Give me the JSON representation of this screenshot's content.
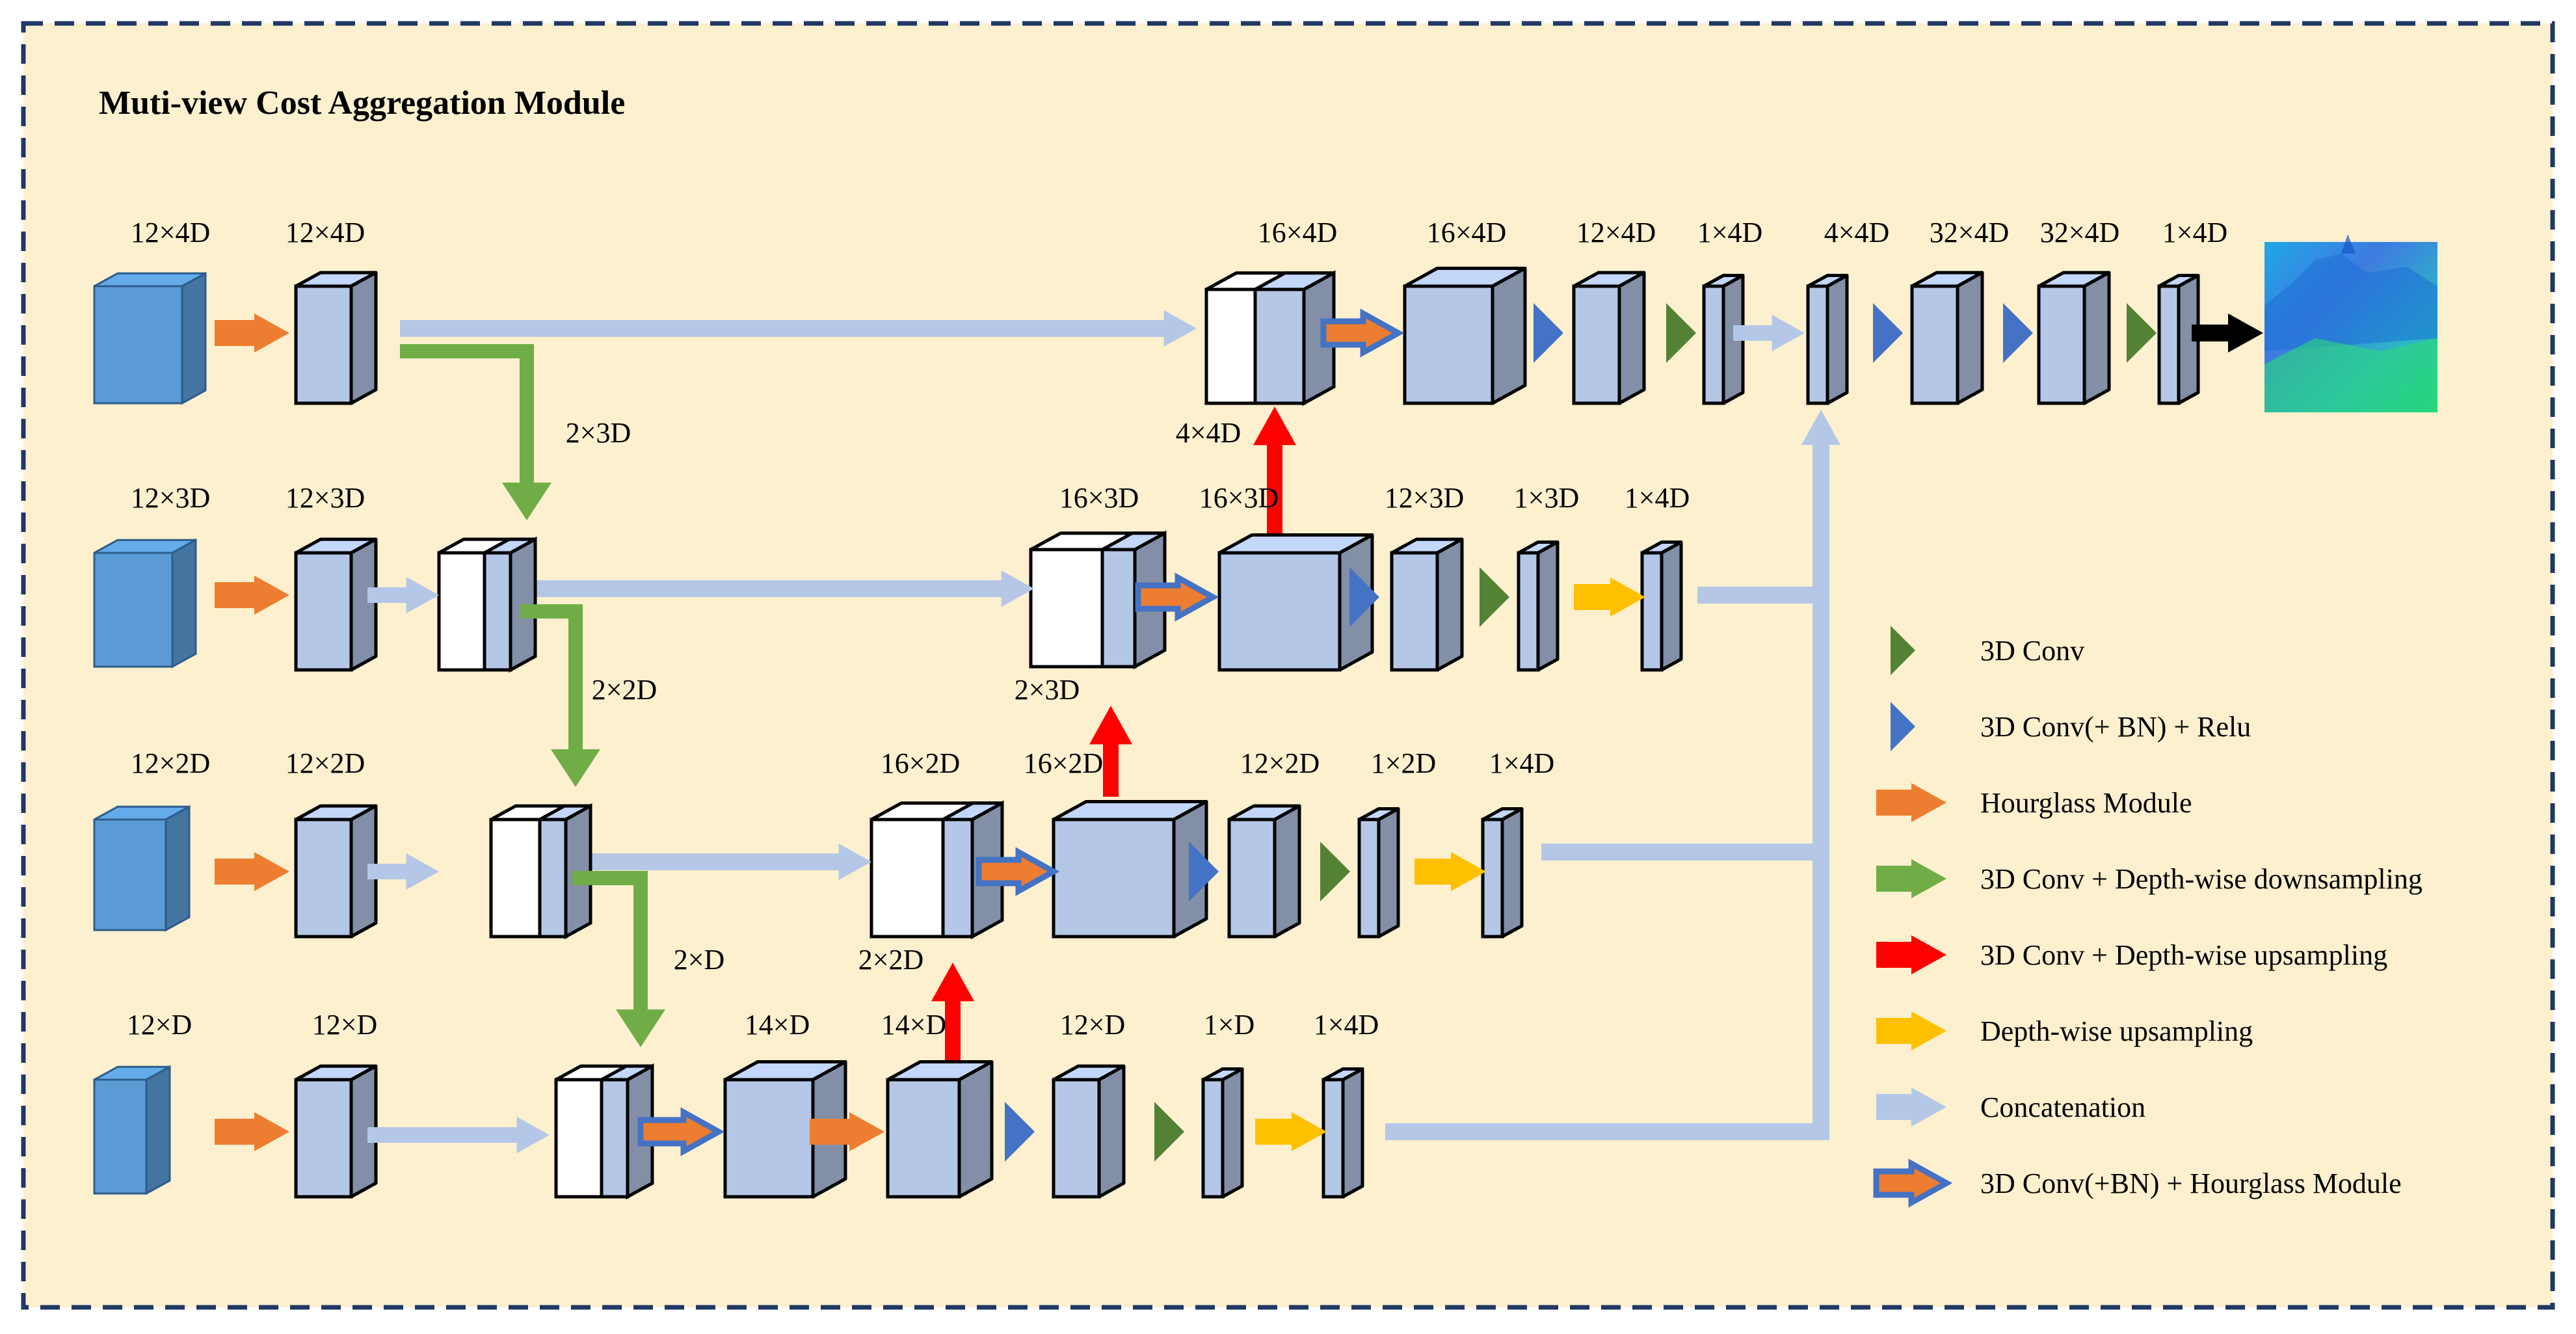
{
  "title": "Muti-view Cost Aggregation Module",
  "colors": {
    "background": "#FDF0CF",
    "frame": "#1F3864",
    "input_block": "#5B9BD5",
    "feature_block": "#B4C7E7",
    "concat_arrow": "#B4C7E7",
    "orange": "#ED7D31",
    "green_conv": "#548235",
    "blue_conv": "#4472C4",
    "downsample": "#70AD47",
    "upsample": "#FF0000",
    "depth_up": "#FFC000"
  },
  "labels": {
    "row1": [
      "12×4D",
      "12×4D",
      "16×4D",
      "16×4D",
      "12×4D",
      "1×4D",
      "4×4D",
      "32×4D",
      "32×4D",
      "1×4D",
      "4×4D"
    ],
    "row2": [
      "12×3D",
      "12×3D",
      "16×3D",
      "16×3D",
      "12×3D",
      "1×3D",
      "1×4D",
      "2×3D"
    ],
    "row3": [
      "12×2D",
      "12×2D",
      "16×2D",
      "16×2D",
      "12×2D",
      "1×2D",
      "1×4D",
      "2×2D"
    ],
    "row4": [
      "12×D",
      "12×D",
      "14×D",
      "14×D",
      "12×D",
      "1×D",
      "1×4D"
    ],
    "down": [
      "2×3D",
      "2×2D",
      "2×D"
    ]
  },
  "legend": [
    {
      "icon": "green-triangle",
      "label": "3D Conv"
    },
    {
      "icon": "blue-triangle",
      "label": "3D Conv(+ BN) + Relu"
    },
    {
      "icon": "orange-arrow",
      "label": "Hourglass Module"
    },
    {
      "icon": "green-arrow",
      "label": "3D Conv + Depth-wise downsampling"
    },
    {
      "icon": "red-arrow",
      "label": "3D Conv + Depth-wise upsampling"
    },
    {
      "icon": "yellow-arrow",
      "label": "Depth-wise upsampling"
    },
    {
      "icon": "lightblue-arrow",
      "label": "Concatenation"
    },
    {
      "icon": "blue-orange-arrow",
      "label": "3D Conv(+BN) + Hourglass Module"
    }
  ]
}
